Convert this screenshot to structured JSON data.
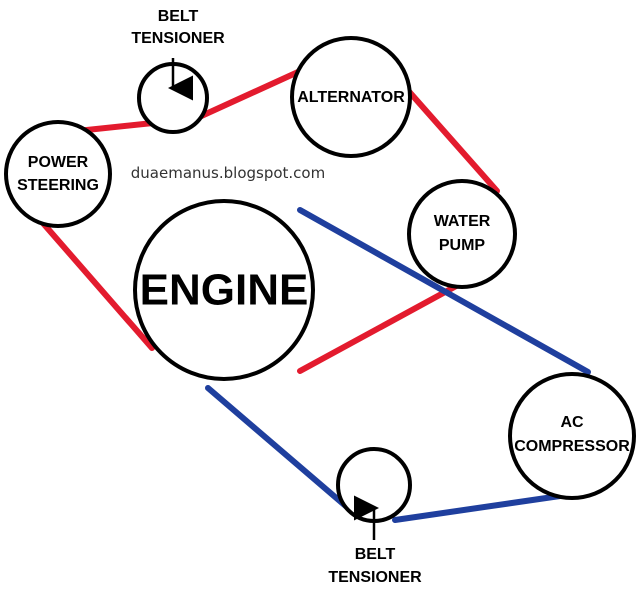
{
  "colors": {
    "red_belt": "#e31b2e",
    "blue_belt": "#1f3f9e",
    "outline": "#000000",
    "background": "#ffffff"
  },
  "labels": {
    "belt_tensioner_top_line1": "BELT",
    "belt_tensioner_top_line2": "TENSIONER",
    "alternator": "ALTERNATOR",
    "power_steering_line1": "POWER",
    "power_steering_line2": "STEERING",
    "water_pump_line1": "WATER",
    "water_pump_line2": "PUMP",
    "engine": "ENGINE",
    "ac_compressor_line1": "AC",
    "ac_compressor_line2": "COMPRESSOR",
    "belt_tensioner_bottom_line1": "BELT",
    "belt_tensioner_bottom_line2": "TENSIONER"
  },
  "watermark": "duaemanus.blogspot.com"
}
